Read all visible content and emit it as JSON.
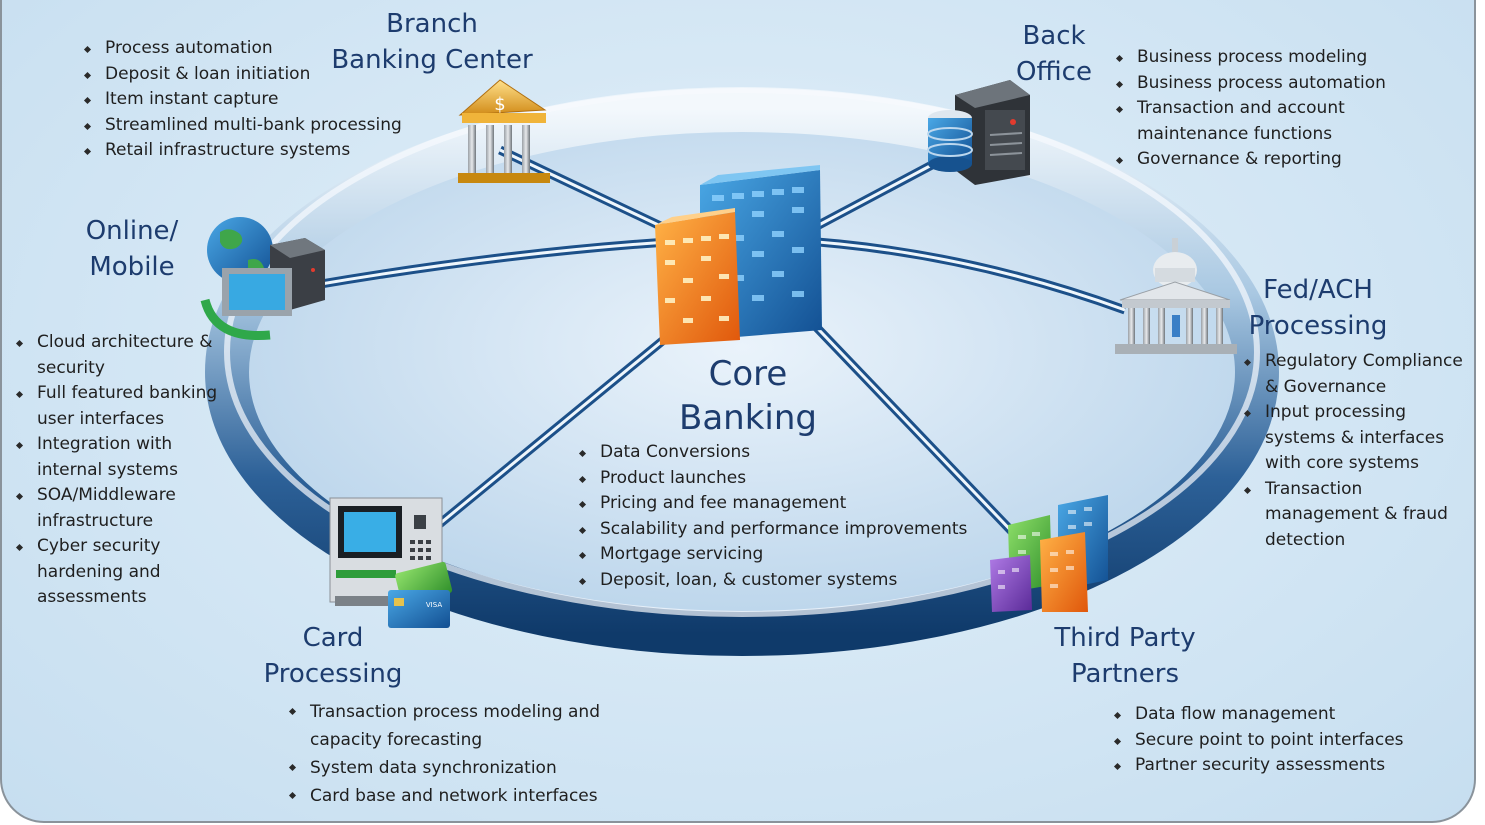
{
  "nodes": {
    "branch": {
      "title": [
        "Branch",
        "Banking Center"
      ],
      "icon": "bank-building-icon",
      "bullets": [
        "Process automation",
        "Deposit & loan initiation",
        "Item instant capture",
        "Streamlined multi-bank processing",
        "Retail infrastructure systems"
      ]
    },
    "back_office": {
      "title": [
        "Back",
        "Office"
      ],
      "icon": "server-database-icon",
      "bullets": [
        "Business process modeling",
        "Business process automation",
        "Transaction and account",
        "maintenance functions",
        "Governance & reporting"
      ],
      "continuations": [
        3
      ]
    },
    "online": {
      "title": [
        "Online/",
        "Mobile"
      ],
      "icon": "globe-computer-icon",
      "bullets": [
        "Cloud architecture &",
        "security",
        "Full featured banking",
        "user interfaces",
        "Integration with",
        "internal systems",
        "SOA/Middleware",
        "infrastructure",
        "Cyber security",
        "hardening and",
        "assessments"
      ],
      "continuations": [
        1,
        3,
        5,
        7,
        9,
        10
      ]
    },
    "fed": {
      "title": [
        "Fed/ACH",
        "Processing"
      ],
      "icon": "capitol-building-icon",
      "bullets": [
        "Regulatory Compliance",
        "& Governance",
        "Input processing",
        "systems & interfaces",
        "with core systems",
        "Transaction",
        "management & fraud",
        "detection"
      ],
      "continuations": [
        1,
        3,
        4,
        6,
        7
      ]
    },
    "core": {
      "title": [
        "Core",
        "Banking"
      ],
      "icon": "office-towers-icon",
      "bullets": [
        "Data Conversions",
        "Product launches",
        "Pricing and fee management",
        "Scalability and performance improvements",
        "Mortgage servicing",
        "Deposit, loan, & customer systems"
      ]
    },
    "card": {
      "title": [
        "Card",
        "Processing"
      ],
      "icon": "atm-card-icon",
      "bullets": [
        "Transaction process modeling and",
        "capacity forecasting",
        "System data synchronization",
        "Card base and network interfaces"
      ],
      "continuations": [
        1
      ]
    },
    "third_party": {
      "title": [
        "Third Party",
        "Partners"
      ],
      "icon": "city-buildings-icon",
      "bullets": [
        "Data flow management",
        "Secure point to point interfaces",
        "Partner security assessments"
      ]
    }
  },
  "colors": {
    "title": "#1d3c6e",
    "ring_dark": "#1b4f86",
    "ring_light": "#eef6fc",
    "background": "#d6e8f5"
  }
}
